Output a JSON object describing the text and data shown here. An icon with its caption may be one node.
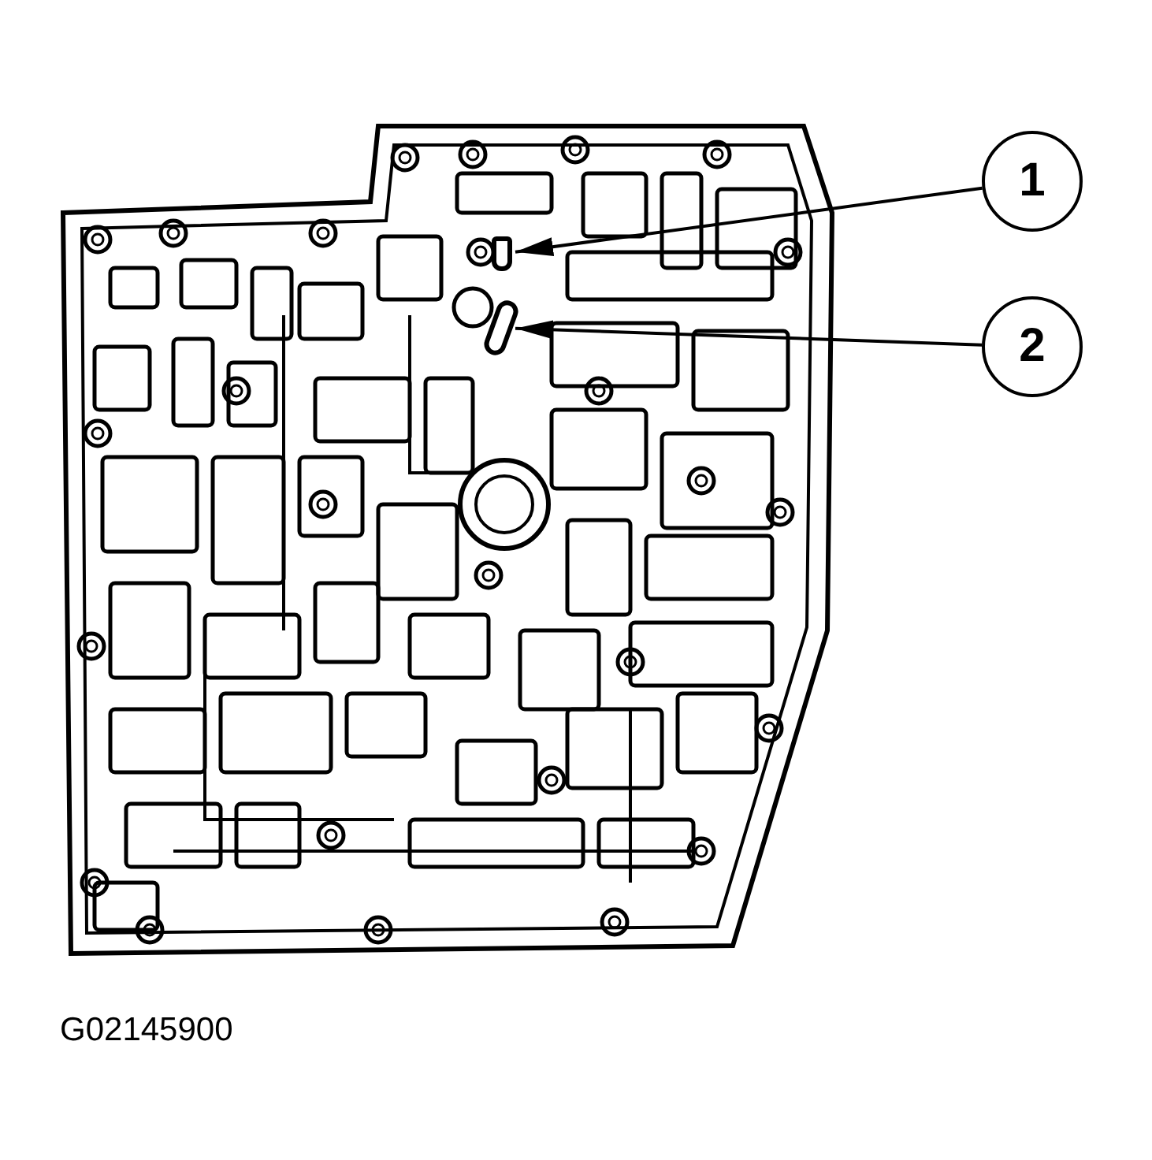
{
  "diagram": {
    "nodes": [
      {
        "text": [
          "1"
        ]
      },
      {
        "text": [
          "2"
        ]
      },
      {
        "text": [],
        "shape": "box"
      },
      {
        "text": [],
        "shape": "pill"
      }
    ],
    "edges": [
      {
        "from": 0,
        "to": 2,
        "arrow": "to"
      },
      {
        "from": 1,
        "to": 3,
        "arrow": "to"
      }
    ],
    "labels": [
      "G02145900"
    ]
  }
}
